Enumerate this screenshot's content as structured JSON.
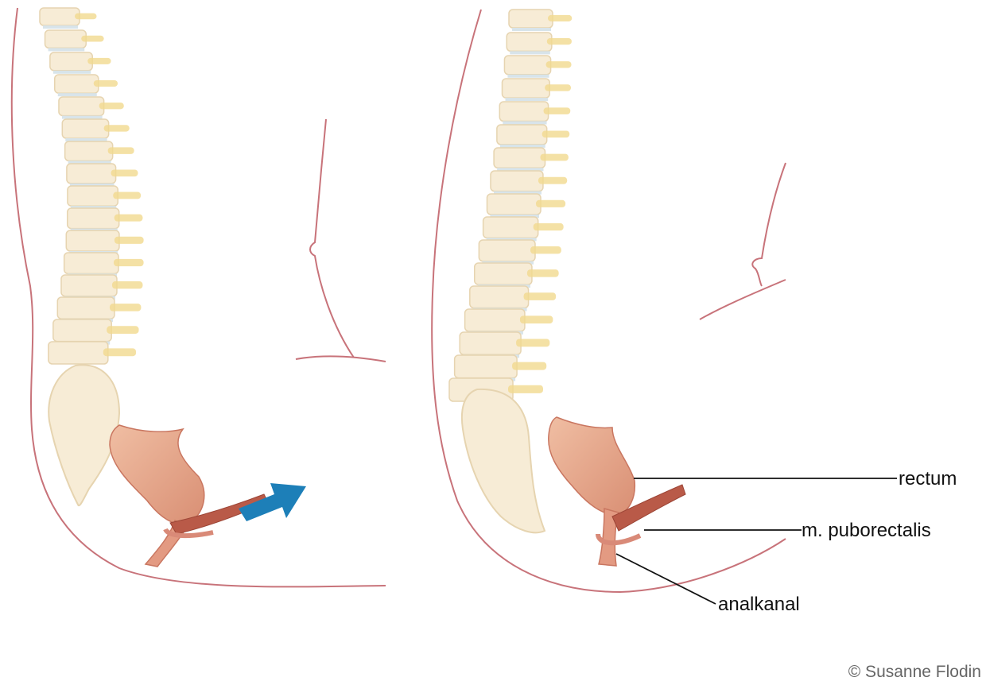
{
  "labels": {
    "rectum": "rectum",
    "puborectalis": "m. puborectalis",
    "analkanal": "analkanal"
  },
  "copyright": "© Susanne Flodin",
  "colors": {
    "skin_outline": "#c8737a",
    "bone_fill": "#f7ecd6",
    "bone_stroke": "#e6d4b0",
    "bone_highlight": "#f1d98e",
    "disc": "#d8e4ea",
    "rectum_fill": "#e8a88a",
    "rectum_stroke": "#c97660",
    "muscle": "#b95a48",
    "muscle_light": "#d98a78",
    "arrow": "#1d7fb8",
    "leader": "#111111"
  },
  "icons": {
    "arrow": "arrow-right-up-icon"
  }
}
